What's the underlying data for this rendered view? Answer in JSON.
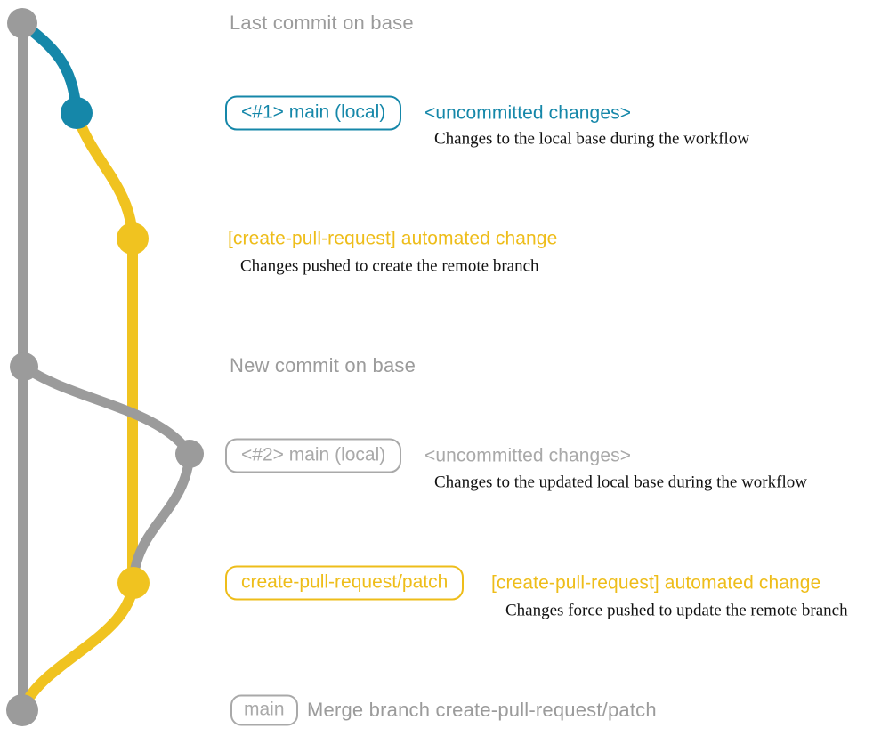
{
  "colors": {
    "teal": "#1587a9",
    "gold": "#eebd1a",
    "gold_graph": "#f0c320",
    "gray": "#9b9b9b",
    "gray_light": "#a9a9a9",
    "ink": "#121212"
  },
  "diagram": {
    "annotations": {
      "last_commit_on_base": "Last commit on base",
      "new_commit_on_base": "New commit on base"
    },
    "branch_labels": {
      "main_local_1": "<#1> main (local)",
      "main_local_2": "<#2> main (local)",
      "cpr_patch": "create-pull-request/patch",
      "main": "main"
    },
    "commit_messages": {
      "uncommitted_1": "<uncommitted changes>",
      "uncommitted_2": "<uncommitted changes>",
      "automated_change_1": "[create-pull-request] automated change",
      "automated_change_2": "[create-pull-request] automated change",
      "merge": "Merge branch create-pull-request/patch"
    },
    "descriptions": {
      "local_base_changes": "Changes to the local base during the workflow",
      "pushed_to_create": "Changes pushed to create the remote branch",
      "updated_local_base_changes": "Changes to the updated local base during the workflow",
      "force_pushed_to_update": "Changes force pushed to update the remote branch"
    },
    "graph": {
      "branches": [
        {
          "name": "base",
          "color": "#9b9b9b"
        },
        {
          "name": "main-local",
          "color": "#1587a9"
        },
        {
          "name": "create-pull-request-patch",
          "color": "#f0c320"
        }
      ],
      "commits": [
        {
          "name": "last-commit-on-base",
          "branch": "base",
          "color": "#9b9b9b"
        },
        {
          "name": "main-local-1-uncommitted",
          "branch": "main-local",
          "color": "#1587a9"
        },
        {
          "name": "automated-change-1",
          "branch": "create-pull-request-patch",
          "color": "#f0c320"
        },
        {
          "name": "new-commit-on-base",
          "branch": "base",
          "color": "#9b9b9b"
        },
        {
          "name": "main-local-2-uncommitted",
          "branch": "main-local",
          "color": "#9b9b9b"
        },
        {
          "name": "automated-change-2",
          "branch": "create-pull-request-patch",
          "color": "#f0c320"
        },
        {
          "name": "merge-commit",
          "branch": "base",
          "color": "#9b9b9b"
        }
      ]
    }
  }
}
